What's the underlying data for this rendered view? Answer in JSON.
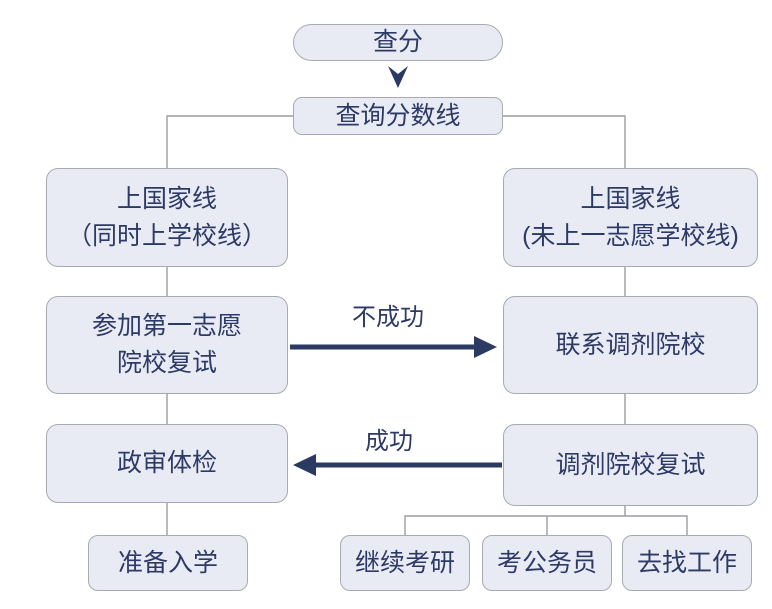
{
  "diagram": {
    "type": "flowchart",
    "nodes": {
      "check_score": {
        "label": "查分"
      },
      "check_cutoff_line": {
        "label": "查询分数线"
      },
      "above_national_and_school_line": {
        "line1": "上国家线",
        "line2": "（同时上学校线）"
      },
      "above_national_not_first_choice": {
        "line1": "上国家线",
        "line2": "(未上一志愿学校线)"
      },
      "first_choice_retest": {
        "line1": "参加第一志愿",
        "line2": "院校复试"
      },
      "contact_adjust_school": {
        "label": "联系调剂院校"
      },
      "political_review_physical": {
        "label": "政审体检"
      },
      "adjust_school_retest": {
        "label": "调剂院校复试"
      },
      "prepare_enroll": {
        "label": "准备入学"
      },
      "retake_exam": {
        "label": "继续考研"
      },
      "civil_service_exam": {
        "label": "考公务员"
      },
      "find_job": {
        "label": "去找工作"
      }
    },
    "edge_labels": {
      "fail": "不成功",
      "success": "成功"
    },
    "colors": {
      "box_fill": "#e9ebf4",
      "box_border": "#a9aab1",
      "text": "#2e3a66",
      "arrow": "#2b3a63",
      "connector": "#9c9ca3"
    }
  }
}
